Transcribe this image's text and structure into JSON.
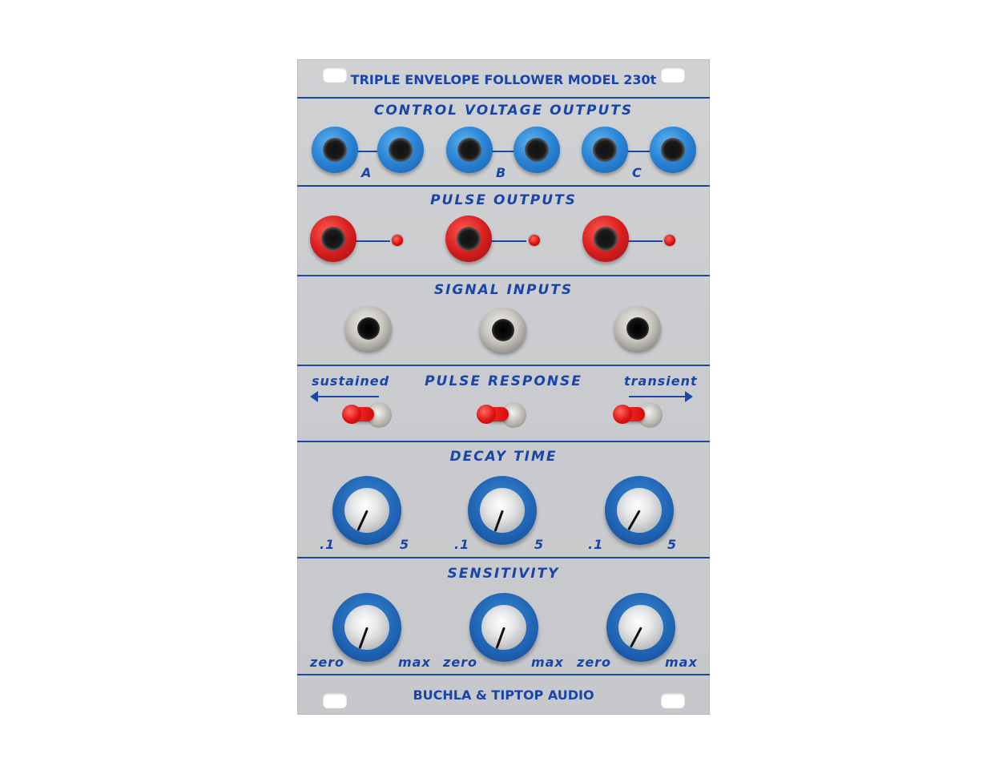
{
  "panel": {
    "title": "TRIPLE ENVELOPE FOLLOWER MODEL 230t",
    "footer": "BUCHLA & TIPTOP AUDIO",
    "colors": {
      "panel": "#cbcdd0",
      "print": "#1a45a8",
      "cv_jack": "#2c86d6",
      "pulse_jack": "#d81f1f",
      "knob": "#1f63b3"
    }
  },
  "cv_outputs": {
    "title": "CONTROL VOLTAGE OUTPUTS",
    "labels": [
      "A",
      "B",
      "C"
    ]
  },
  "pulse_outputs": {
    "title": "PULSE OUTPUTS"
  },
  "signal_inputs": {
    "title": "SIGNAL INPUTS"
  },
  "pulse_response": {
    "title": "PULSE RESPONSE",
    "left_label": "sustained",
    "right_label": "transient"
  },
  "decay_time": {
    "title": "DECAY TIME",
    "min_label": ".1",
    "max_label": "5"
  },
  "sensitivity": {
    "title": "SENSITIVITY",
    "min_label": "zero",
    "max_label": "max"
  }
}
